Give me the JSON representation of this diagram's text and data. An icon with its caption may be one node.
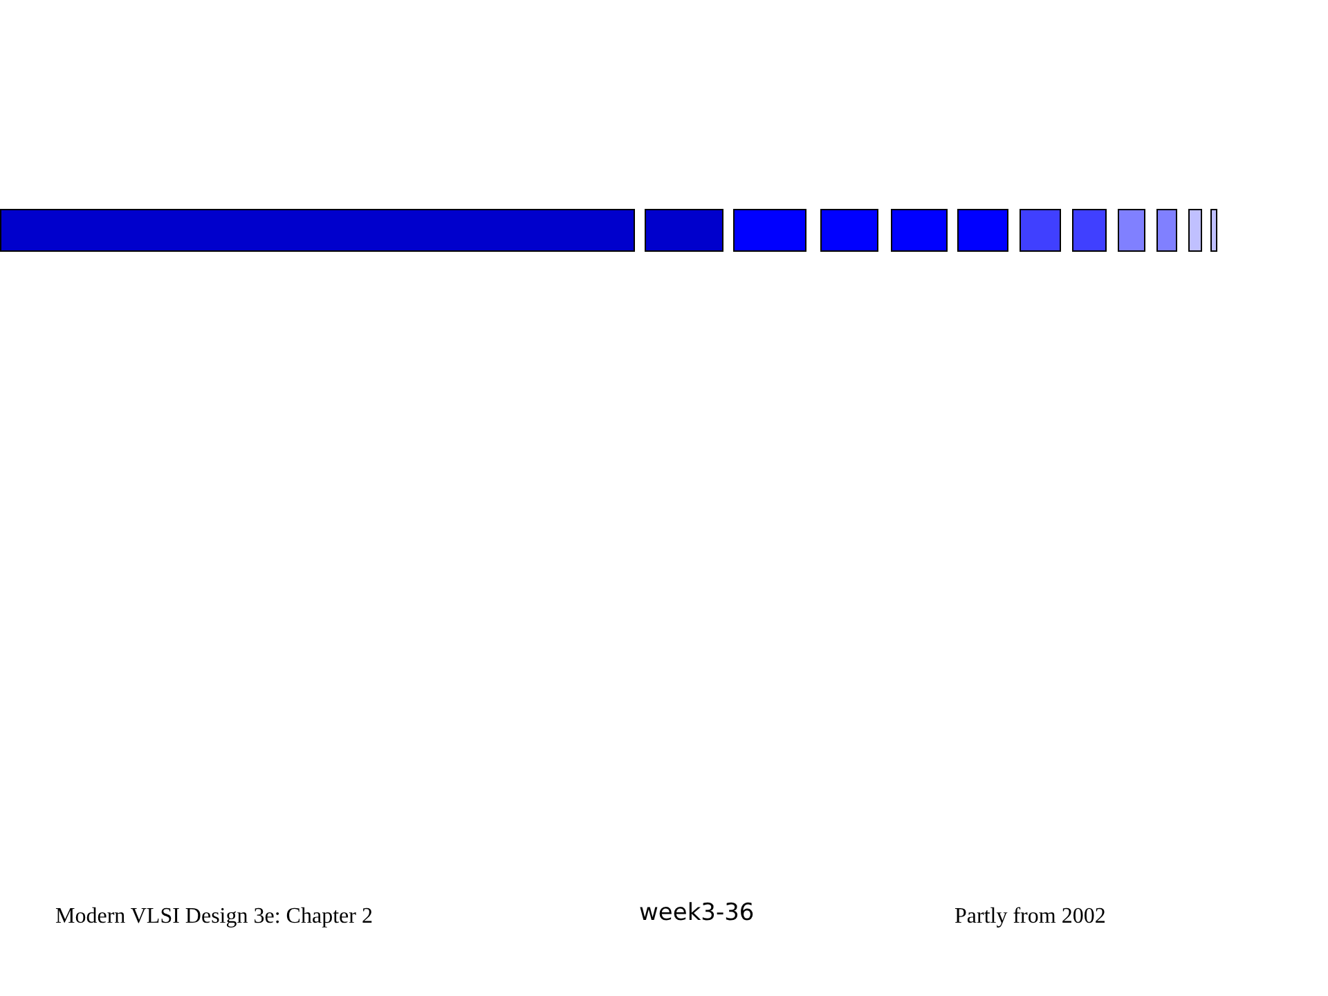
{
  "diagram": {
    "labels": [
      "Modern VLSI Design 3e: Chapter 2",
      "week3-36",
      "Partly from 2002"
    ]
  }
}
